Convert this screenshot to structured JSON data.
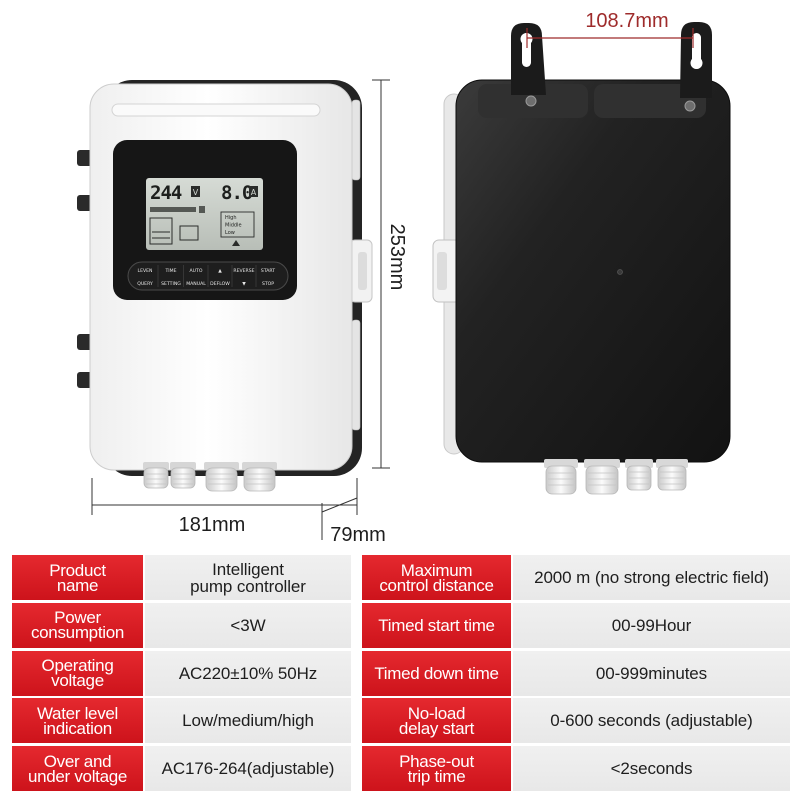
{
  "controller": {
    "lcd": {
      "voltage": "244",
      "voltage_unit": "V",
      "current": "8.0",
      "current_unit": "A",
      "levels": [
        "High",
        "Middle",
        "Low"
      ]
    },
    "buttons": [
      {
        "top": "LEVEN",
        "bottom": "QUERY"
      },
      {
        "top": "TIME",
        "bottom": "SETTING"
      },
      {
        "top": "AUTO",
        "bottom": "MANUAL"
      },
      {
        "top": "▲",
        "bottom": "DEFLOW"
      },
      {
        "top": "REVERSE",
        "bottom": "▼"
      },
      {
        "top": "START",
        "bottom": "STOP"
      }
    ]
  },
  "dimensions": {
    "mount_spacing": "108.7mm",
    "height": "253mm",
    "width": "181mm",
    "depth": "79mm"
  },
  "specs": {
    "rows": [
      {
        "label": "Product\nname",
        "value": "Intelligent\npump controller",
        "label2": "Maximum\ncontrol distance",
        "value2": "2000 m (no strong electric field)"
      },
      {
        "label": "Power\nconsumption",
        "value": "<3W",
        "label2": "Timed start time",
        "value2": "00-99Hour"
      },
      {
        "label": "Operating\nvoltage",
        "value": "AC220±10% 50Hz",
        "label2": "Timed down time",
        "value2": "00-999minutes"
      },
      {
        "label": "Water level\nindication",
        "value": "Low/medium/high",
        "label2": "No-load\ndelay start",
        "value2": "0-600 seconds (adjustable)"
      },
      {
        "label": "Over and\nunder voltage",
        "value": "AC176-264(adjustable)",
        "label2": "Phase-out\ntrip time",
        "value2": "<2seconds"
      }
    ]
  },
  "colors": {
    "label_bg": "#cd131b",
    "label_highlight": "#e5292f",
    "value_bg": "#e8e8e8",
    "dimension_accent": "#9e2b2b",
    "dimension_line": "#333333"
  }
}
